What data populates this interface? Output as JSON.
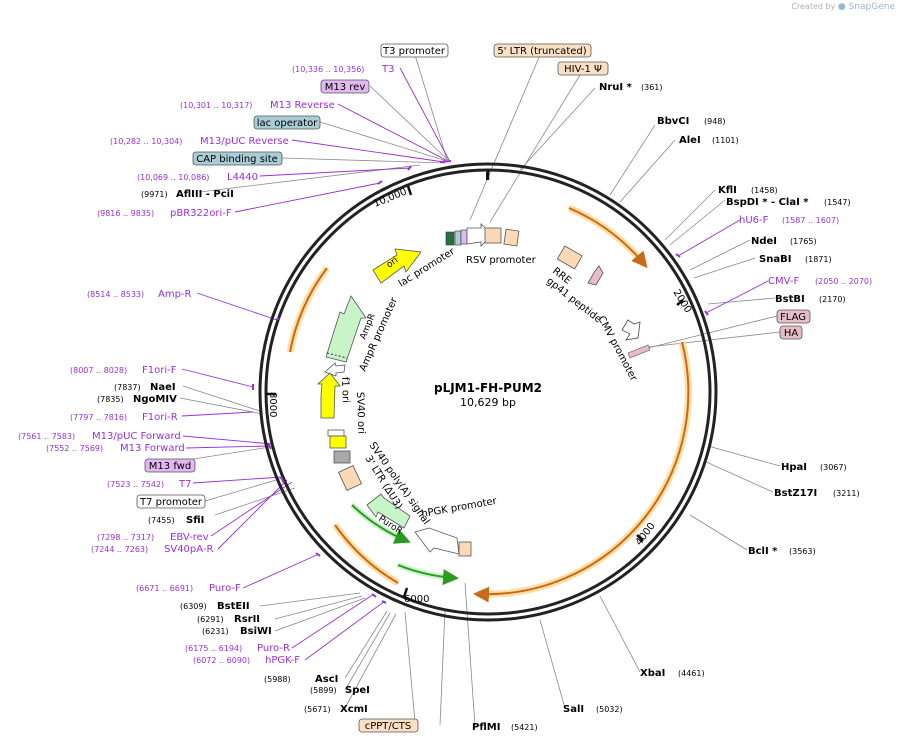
{
  "credit": {
    "prefix": "Created by",
    "brand": "SnapGene"
  },
  "plasmid": {
    "name": "pLJM1-FH-PUM2",
    "length": "10,629 bp"
  },
  "ticks": [
    "10,000",
    "2000",
    "4000",
    "6000",
    "8000"
  ],
  "enzymes": [
    {
      "name": "NruI *",
      "pos": "(361)"
    },
    {
      "name": "BbvCI",
      "pos": "(948)"
    },
    {
      "name": "AleI",
      "pos": "(1101)"
    },
    {
      "name": "KflI",
      "pos": "(1458)"
    },
    {
      "name": "BspDI * - ClaI *",
      "pos": "(1547)"
    },
    {
      "name": "NdeI",
      "pos": "(1765)"
    },
    {
      "name": "SnaBI",
      "pos": "(1871)"
    },
    {
      "name": "BstBI",
      "pos": "(2170)"
    },
    {
      "name": "HpaI",
      "pos": "(3067)"
    },
    {
      "name": "BstZ17I",
      "pos": "(3211)"
    },
    {
      "name": "BclI *",
      "pos": "(3563)"
    },
    {
      "name": "XbaI",
      "pos": "(4461)"
    },
    {
      "name": "SalI",
      "pos": "(5032)"
    },
    {
      "name": "PflMI",
      "pos": "(5421)"
    },
    {
      "name": "XcmI",
      "pos": "(5671)"
    },
    {
      "name": "SpeI",
      "pos": "(5899)"
    },
    {
      "name": "AscI",
      "pos": "(5988)"
    },
    {
      "name": "BsiWI",
      "pos": "(6231)"
    },
    {
      "name": "RsrII",
      "pos": "(6291)"
    },
    {
      "name": "BstEII",
      "pos": "(6309)"
    },
    {
      "name": "SfiI",
      "pos": "(7455)"
    },
    {
      "name": "NgoMIV",
      "pos": "(7835)"
    },
    {
      "name": "NaeI",
      "pos": "(7837)"
    },
    {
      "name": "AflIII - PciI",
      "pos": "(9971)"
    }
  ],
  "primers": [
    {
      "name": "T3",
      "range": "(10,336 .. 10,356)"
    },
    {
      "name": "M13 Reverse",
      "range": "(10,301 .. 10,317)"
    },
    {
      "name": "M13/pUC Reverse",
      "range": "(10,282 .. 10,304)"
    },
    {
      "name": "L4440",
      "range": "(10,069 .. 10,086)"
    },
    {
      "name": "pBR322ori-F",
      "range": "(9816 .. 9835)"
    },
    {
      "name": "Amp-R",
      "range": "(8514 .. 8533)"
    },
    {
      "name": "F1ori-F",
      "range": "(8007 .. 8028)"
    },
    {
      "name": "F1ori-R",
      "range": "(7797 .. 7816)"
    },
    {
      "name": "M13/pUC Forward",
      "range": "(7561 .. 7583)"
    },
    {
      "name": "M13 Forward",
      "range": "(7552 .. 7569)"
    },
    {
      "name": "T7",
      "range": "(7523 .. 7542)"
    },
    {
      "name": "EBV-rev",
      "range": "(7298 .. 7317)"
    },
    {
      "name": "SV40pA-R",
      "range": "(7244 .. 7263)"
    },
    {
      "name": "Puro-F",
      "range": "(6671 .. 6691)"
    },
    {
      "name": "Puro-R",
      "range": "(6175 .. 6194)"
    },
    {
      "name": "hPGK-F",
      "range": "(6072 .. 6090)"
    },
    {
      "name": "hU6-F",
      "range": "(1587 .. 1607)"
    },
    {
      "name": "CMV-F",
      "range": "(2050 .. 2070)"
    }
  ],
  "boxes": [
    {
      "label": "T3 promoter"
    },
    {
      "label": "5' LTR (truncated)"
    },
    {
      "label": "HIV-1 Ψ"
    },
    {
      "label": "M13 rev"
    },
    {
      "label": "lac operator"
    },
    {
      "label": "CAP binding site"
    },
    {
      "label": "FLAG"
    },
    {
      "label": "HA"
    },
    {
      "label": "M13 fwd"
    },
    {
      "label": "T7 promoter"
    },
    {
      "label": "cPPT/CTS"
    }
  ],
  "features": [
    "ori",
    "lac promoter",
    "RSV promoter",
    "RRE",
    "gp41 peptide",
    "CMV promoter",
    "AmpR",
    "AmpR promoter",
    "f1 ori",
    "SV40 ori",
    "SV40 poly(A) signal",
    "3' LTR (ΔU3)",
    "hPGK promoter",
    "PuroR"
  ],
  "colors": {
    "primer": "#9a30d8",
    "enzyme": "#000000",
    "backbone": "#222222",
    "orf": "#ffd68a",
    "orf_arrow": "#c86a1a",
    "ori": "#ffff00",
    "ampr": "#c8f5c8",
    "promoter": "#ffffff",
    "ltr": "#fcd9b6",
    "purple_box": "#e3b8f0",
    "blue_box": "#a9cdd6",
    "pink_box": "#e6bcc8",
    "peach_box": "#fbe0c5",
    "puro_arc": "#2c9a1e"
  }
}
